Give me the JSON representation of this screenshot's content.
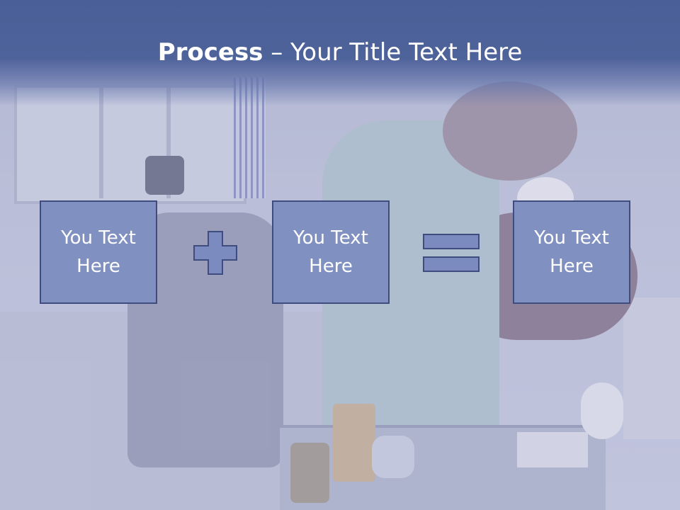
{
  "title": {
    "bold": "Process",
    "rest": " – Your Title Text Here"
  },
  "boxes": [
    {
      "label": "You Text\nHere"
    },
    {
      "label": "You Text\nHere"
    },
    {
      "label": "You Text\nHere"
    }
  ],
  "operators": {
    "first": "plus-icon",
    "second": "equals-icon"
  },
  "colors": {
    "title_band": "#4a5e97",
    "box_fill": "#8090c1",
    "box_border": "#3f4d7e",
    "operator_fill": "#7b8bc0",
    "text": "#ffffff"
  }
}
